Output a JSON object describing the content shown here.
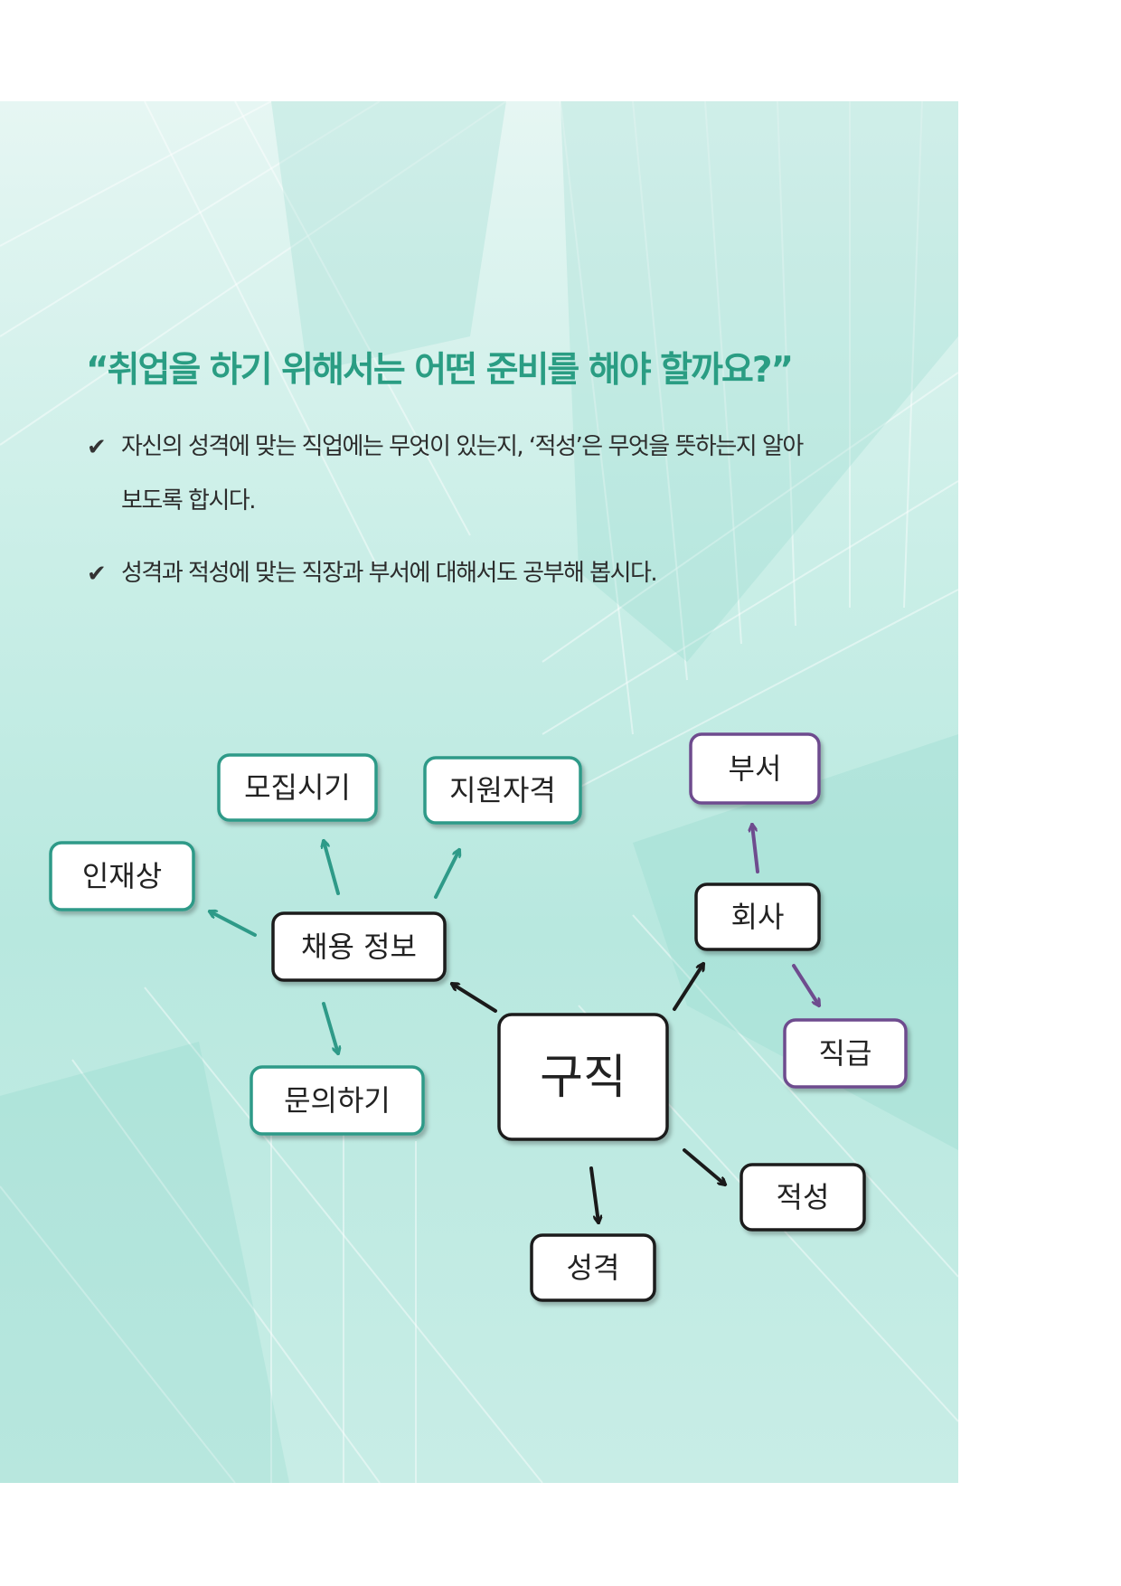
{
  "headline": "“취업을 하기 위해서는 어떤 준비를 해야 할까요?”",
  "checklist": [
    {
      "icon": "check-icon",
      "text": "자신의 성격에 맞는 직업에는 무엇이 있는지, ‘적성’은 무엇을 뜻하는지 알아보도록 합시다."
    },
    {
      "icon": "check-icon",
      "text": "성격과 적성에 맞는 직장과 부서에 대해서도 공부해 봅시다."
    }
  ],
  "diagram": {
    "center": "구직",
    "job_info": "채용 정보",
    "job_info_children": [
      "모집시기",
      "지원자격",
      "인재상",
      "문의하기"
    ],
    "company": "회사",
    "company_children": [
      "부서",
      "직급"
    ],
    "aptitude": "적성",
    "personality": "성격"
  },
  "colors": {
    "headline": "#2a9d83",
    "teal_node_border": "#2e9a88",
    "purple_node_border": "#6e4c8e",
    "dark_node_border": "#1a1a1a",
    "background": "#c2ebe3"
  }
}
